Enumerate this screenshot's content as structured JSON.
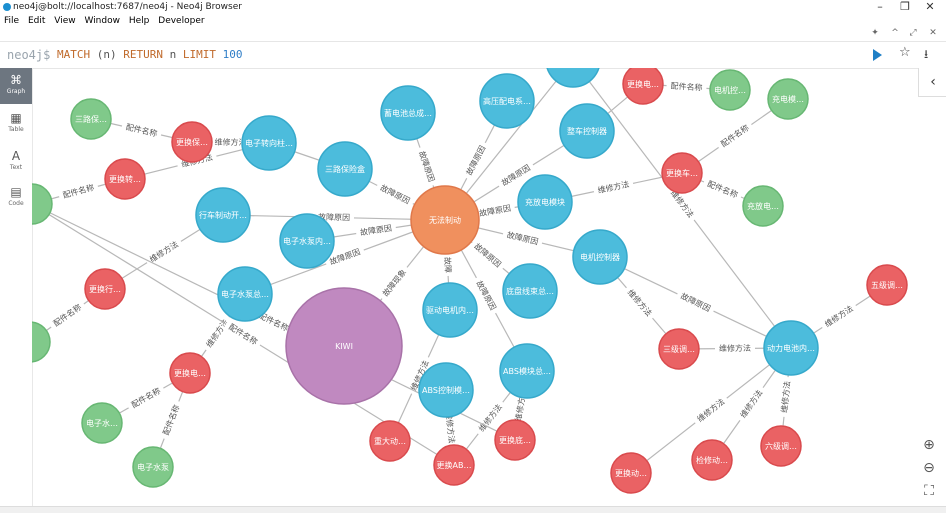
{
  "window": {
    "title": "neo4j@bolt://localhost:7687/neo4j - Neo4j Browser",
    "controls": [
      "–",
      "❐",
      "✕"
    ]
  },
  "menu": [
    "File",
    "Edit",
    "View",
    "Window",
    "Help",
    "Developer"
  ],
  "editor": {
    "prompt": "neo4j$",
    "query": "MATCH (n) RETURN n LIMIT 100"
  },
  "sidebar": [
    {
      "label": "Graph",
      "icon": "graph-icon",
      "active": true
    },
    {
      "label": "Table",
      "icon": "table-icon",
      "active": false
    },
    {
      "label": "Text",
      "icon": "text-icon",
      "active": false
    },
    {
      "label": "Code",
      "icon": "code-icon",
      "active": false
    }
  ],
  "colors": {
    "orange": "#f0905e",
    "blue": "#4cbcdc",
    "red": "#ea6264",
    "green": "#80c98a",
    "purple": "#c089c0"
  },
  "graph": {
    "nodes": [
      {
        "id": "c",
        "label": "无法制动",
        "color": "orange"
      },
      {
        "id": "k",
        "label": "KIWI",
        "color": "purple"
      },
      {
        "id": "b1",
        "label": "蓄电池总成…",
        "color": "blue"
      },
      {
        "id": "b2",
        "label": "高压配电系…",
        "color": "blue"
      },
      {
        "id": "b3",
        "label": "整车控制器",
        "color": "blue"
      },
      {
        "id": "b4",
        "label": "三路保险盒",
        "color": "blue"
      },
      {
        "id": "b5",
        "label": "电子转向柱…",
        "color": "blue"
      },
      {
        "id": "b6",
        "label": "行车制动开…",
        "color": "blue"
      },
      {
        "id": "b7",
        "label": "电子水泵内…",
        "color": "blue"
      },
      {
        "id": "b8",
        "label": "电子水泵总…",
        "color": "blue"
      },
      {
        "id": "b9",
        "label": "充放电模块",
        "color": "blue"
      },
      {
        "id": "b10",
        "label": "电机控制器",
        "color": "blue"
      },
      {
        "id": "b11",
        "label": "驱动电机内…",
        "color": "blue"
      },
      {
        "id": "b12",
        "label": "底盘线束总…",
        "color": "blue"
      },
      {
        "id": "b13",
        "label": "ABS控制模…",
        "color": "blue"
      },
      {
        "id": "b14",
        "label": "ABS模块总…",
        "color": "blue"
      },
      {
        "id": "b15",
        "label": "动力电池内…",
        "color": "blue"
      },
      {
        "id": "b16",
        "label": "",
        "color": "blue"
      },
      {
        "id": "r1",
        "label": "更换保…",
        "color": "red"
      },
      {
        "id": "r2",
        "label": "更换转…",
        "color": "red"
      },
      {
        "id": "r3",
        "label": "更换行…",
        "color": "red"
      },
      {
        "id": "r4",
        "label": "更换电…",
        "color": "red"
      },
      {
        "id": "r5",
        "label": "更换电…",
        "color": "red"
      },
      {
        "id": "r6",
        "label": "更换车…",
        "color": "red"
      },
      {
        "id": "r7",
        "label": "三级调…",
        "color": "red"
      },
      {
        "id": "r8",
        "label": "五级调…",
        "color": "red"
      },
      {
        "id": "r9",
        "label": "重大动…",
        "color": "red"
      },
      {
        "id": "r10",
        "label": "更换AB…",
        "color": "red"
      },
      {
        "id": "r11",
        "label": "更换底…",
        "color": "red"
      },
      {
        "id": "r12",
        "label": "更换动…",
        "color": "red"
      },
      {
        "id": "r13",
        "label": "检修动…",
        "color": "red"
      },
      {
        "id": "r14",
        "label": "六级调…",
        "color": "red"
      },
      {
        "id": "g1",
        "label": "三路保…",
        "color": "green"
      },
      {
        "id": "g2",
        "label": "",
        "color": "green"
      },
      {
        "id": "g3",
        "label": "",
        "color": "green"
      },
      {
        "id": "g4",
        "label": "电子水…",
        "color": "green"
      },
      {
        "id": "g5",
        "label": "电子水泵",
        "color": "green"
      },
      {
        "id": "g6",
        "label": "电机控…",
        "color": "green"
      },
      {
        "id": "g7",
        "label": "充电模…",
        "color": "green"
      },
      {
        "id": "g8",
        "label": "充放电…",
        "color": "green"
      }
    ],
    "edges": [
      {
        "from": "c",
        "to": "b1",
        "label": "故障原因"
      },
      {
        "from": "c",
        "to": "b2",
        "label": "故障原因"
      },
      {
        "from": "c",
        "to": "b3",
        "label": "故障原因"
      },
      {
        "from": "c",
        "to": "b4",
        "label": "故障原因"
      },
      {
        "from": "c",
        "to": "b6",
        "label": "故障原因"
      },
      {
        "from": "c",
        "to": "b7",
        "label": "故障原因"
      },
      {
        "from": "c",
        "to": "b8",
        "label": "故障原因"
      },
      {
        "from": "c",
        "to": "b9",
        "label": "故障原因"
      },
      {
        "from": "c",
        "to": "b10",
        "label": "故障原因"
      },
      {
        "from": "c",
        "to": "b11",
        "label": "故障"
      },
      {
        "from": "c",
        "to": "b12",
        "label": "故障原因"
      },
      {
        "from": "c",
        "to": "b14",
        "label": "故障原因"
      },
      {
        "from": "c",
        "to": "k",
        "label": "故障现象"
      },
      {
        "from": "c",
        "to": "b16",
        "label": ""
      },
      {
        "from": "b5",
        "to": "r1",
        "label": "维修方法"
      },
      {
        "from": "r1",
        "to": "g1",
        "label": "配件名称"
      },
      {
        "from": "b5",
        "to": "r2",
        "label": "维修方法"
      },
      {
        "from": "r2",
        "to": "g2",
        "label": "配件名称"
      },
      {
        "from": "b4",
        "to": "b5",
        "label": ""
      },
      {
        "from": "b6",
        "to": "r3",
        "label": "维修方法"
      },
      {
        "from": "r3",
        "to": "g3",
        "label": "配件名称"
      },
      {
        "from": "b8",
        "to": "r4",
        "label": "维修方法"
      },
      {
        "from": "r4",
        "to": "g4",
        "label": "配件名称"
      },
      {
        "from": "r4",
        "to": "g5",
        "label": "配件名称"
      },
      {
        "from": "b9",
        "to": "r6",
        "label": "维修方法"
      },
      {
        "from": "r6",
        "to": "g7",
        "label": "配件名称"
      },
      {
        "from": "r6",
        "to": "g8",
        "label": "配件名称"
      },
      {
        "from": "b3",
        "to": "r5",
        "label": ""
      },
      {
        "from": "r5",
        "to": "g6",
        "label": "配件名称"
      },
      {
        "from": "b10",
        "to": "r7",
        "label": "维修方法"
      },
      {
        "from": "b15",
        "to": "r7",
        "label": "维修方法"
      },
      {
        "from": "b15",
        "to": "r8",
        "label": "维修方法"
      },
      {
        "from": "b15",
        "to": "r12",
        "label": "维修方法"
      },
      {
        "from": "b15",
        "to": "r13",
        "label": "维修方法"
      },
      {
        "from": "b15",
        "to": "r14",
        "label": "维修方法"
      },
      {
        "from": "b10",
        "to": "b15",
        "label": "故障原因"
      },
      {
        "from": "b11",
        "to": "r9",
        "label": "维修方法"
      },
      {
        "from": "b13",
        "to": "r10",
        "label": "维修方法"
      },
      {
        "from": "b14",
        "to": "r11",
        "label": "维修方法"
      },
      {
        "from": "b14",
        "to": "r10",
        "label": "维修方法"
      },
      {
        "from": "r10",
        "to": "g2",
        "label": "配件名称"
      },
      {
        "from": "r11",
        "to": "g2",
        "label": "配件名称"
      },
      {
        "from": "b15",
        "to": "b16",
        "label": "维修方法"
      }
    ]
  }
}
